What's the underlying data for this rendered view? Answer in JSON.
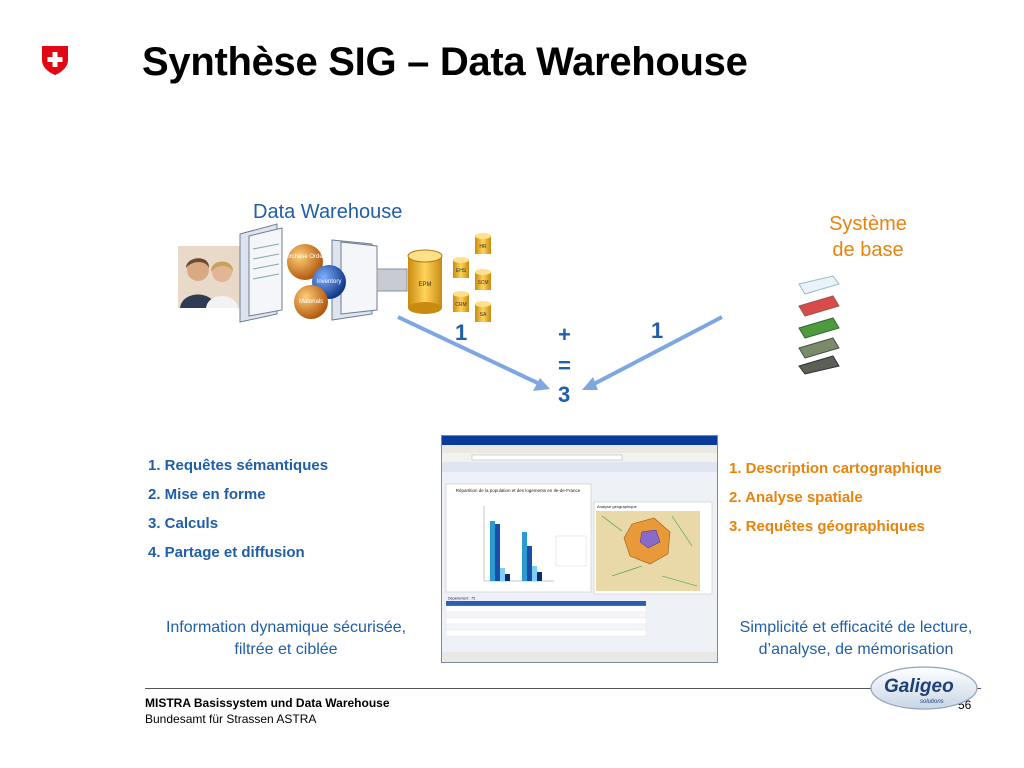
{
  "slide": {
    "title": "Synthèse SIG – Data Warehouse",
    "data_warehouse_label": "Data Warehouse",
    "systeme_label_line1": "Système",
    "systeme_label_line2": "de base",
    "equation": {
      "left": "1",
      "plus": "+",
      "right": "1",
      "equals": "=",
      "result": "3"
    },
    "left_list": [
      "1. Requêtes sémantiques",
      "2. Mise en forme",
      "3. Calculs",
      "4. Partage et diffusion"
    ],
    "right_list": [
      "1. Description cartographique",
      "2. Analyse spatiale",
      "3. Requêtes géographiques"
    ],
    "left_caption_line1": "Information dynamique sécurisée,",
    "left_caption_line2": "filtrée et ciblée",
    "right_caption_line1": "Simplicité et efficacité de lecture,",
    "right_caption_line2": "d’analyse, de mémorisation",
    "dw_graphic_labels": {
      "orders": "Purchase Orders",
      "inventory": "Inventory",
      "materials": "Materials",
      "epm": "EPM",
      "hr": "HR",
      "ehs": "EHS",
      "scm": "SCM",
      "crm": "CRM",
      "sa": "SA"
    },
    "screenshot": {
      "chart_title": "Répartition de la population et des logements en Ile-de-France",
      "map_title": "Analyse géographique",
      "table_title": "Département : 75"
    }
  },
  "footer": {
    "line1": "MISTRA Basissystem und Data Warehouse",
    "line2": "Bundesamt für Strassen ASTRA",
    "page": "56",
    "logo_text": "Galigeo",
    "logo_sub": "solutions"
  },
  "colors": {
    "blue": "#1f5ea8",
    "orange": "#e8830c",
    "swiss_red": "#e30613",
    "arrow": "#7ea6e0"
  }
}
